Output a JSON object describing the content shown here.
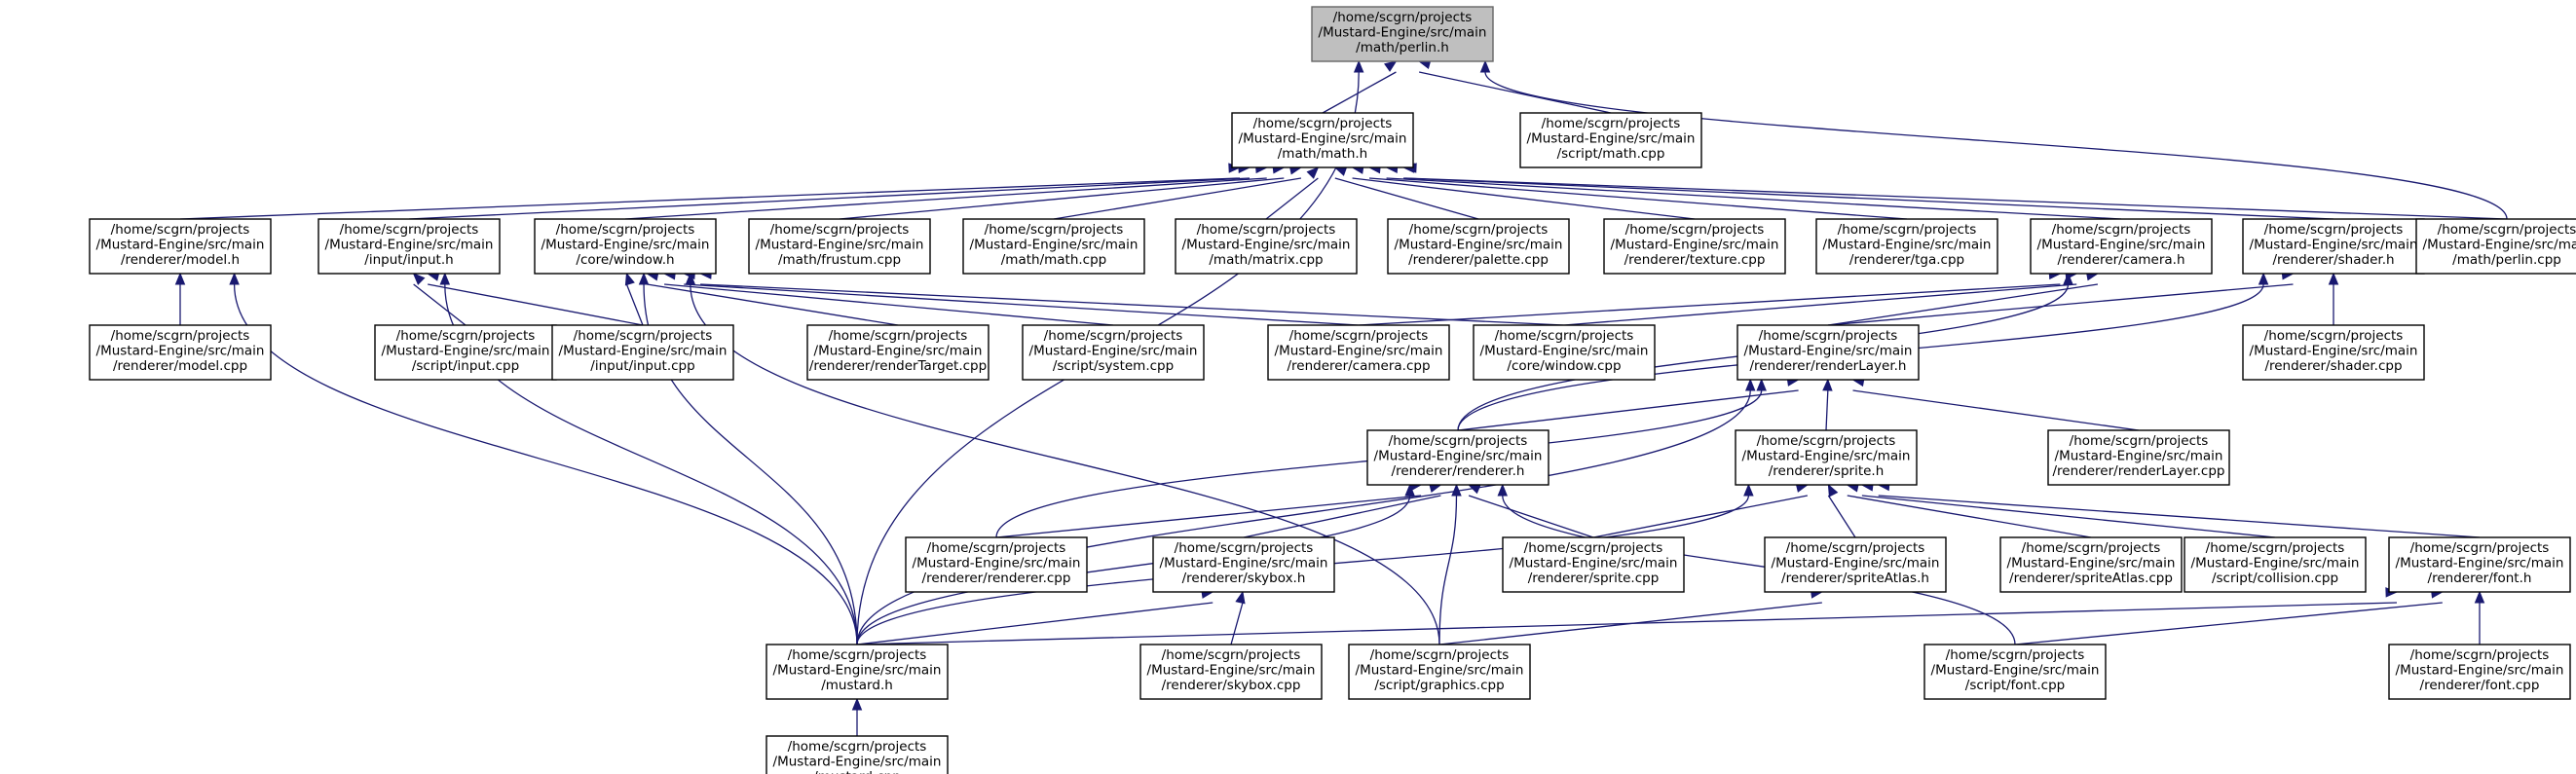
{
  "graph": {
    "title": "",
    "node_color": "#ffffff",
    "root_color": "#bfbfbf",
    "edge_color": "#191970",
    "nodes": [
      {
        "id": "perlin_h",
        "lines": [
          "/home/scgrn/projects",
          "/Mustard-Engine/src/main",
          "/math/perlin.h"
        ],
        "root": true
      },
      {
        "id": "math_h",
        "lines": [
          "/home/scgrn/projects",
          "/Mustard-Engine/src/main",
          "/math/math.h"
        ]
      },
      {
        "id": "script_math_cpp",
        "lines": [
          "/home/scgrn/projects",
          "/Mustard-Engine/src/main",
          "/script/math.cpp"
        ]
      },
      {
        "id": "model_h",
        "lines": [
          "/home/scgrn/projects",
          "/Mustard-Engine/src/main",
          "/renderer/model.h"
        ]
      },
      {
        "id": "input_h",
        "lines": [
          "/home/scgrn/projects",
          "/Mustard-Engine/src/main",
          "/input/input.h"
        ]
      },
      {
        "id": "window_h",
        "lines": [
          "/home/scgrn/projects",
          "/Mustard-Engine/src/main",
          "/core/window.h"
        ]
      },
      {
        "id": "frustum_cpp",
        "lines": [
          "/home/scgrn/projects",
          "/Mustard-Engine/src/main",
          "/math/frustum.cpp"
        ]
      },
      {
        "id": "math_cpp",
        "lines": [
          "/home/scgrn/projects",
          "/Mustard-Engine/src/main",
          "/math/math.cpp"
        ]
      },
      {
        "id": "matrix_cpp",
        "lines": [
          "/home/scgrn/projects",
          "/Mustard-Engine/src/main",
          "/math/matrix.cpp"
        ]
      },
      {
        "id": "palette_cpp",
        "lines": [
          "/home/scgrn/projects",
          "/Mustard-Engine/src/main",
          "/renderer/palette.cpp"
        ]
      },
      {
        "id": "texture_cpp",
        "lines": [
          "/home/scgrn/projects",
          "/Mustard-Engine/src/main",
          "/renderer/texture.cpp"
        ]
      },
      {
        "id": "tga_cpp",
        "lines": [
          "/home/scgrn/projects",
          "/Mustard-Engine/src/main",
          "/renderer/tga.cpp"
        ]
      },
      {
        "id": "camera_h",
        "lines": [
          "/home/scgrn/projects",
          "/Mustard-Engine/src/main",
          "/renderer/camera.h"
        ]
      },
      {
        "id": "shader_h",
        "lines": [
          "/home/scgrn/projects",
          "/Mustard-Engine/src/main",
          "/renderer/shader.h"
        ]
      },
      {
        "id": "perlin_cpp",
        "lines": [
          "/home/scgrn/projects",
          "/Mustard-Engine/src/main",
          "/math/perlin.cpp"
        ]
      },
      {
        "id": "model_cpp",
        "lines": [
          "/home/scgrn/projects",
          "/Mustard-Engine/src/main",
          "/renderer/model.cpp"
        ]
      },
      {
        "id": "script_input_cpp",
        "lines": [
          "/home/scgrn/projects",
          "/Mustard-Engine/src/main",
          "/script/input.cpp"
        ]
      },
      {
        "id": "input_cpp",
        "lines": [
          "/home/scgrn/projects",
          "/Mustard-Engine/src/main",
          "/input/input.cpp"
        ]
      },
      {
        "id": "renderTarget_cpp",
        "lines": [
          "/home/scgrn/projects",
          "/Mustard-Engine/src/main",
          "/renderer/renderTarget.cpp"
        ]
      },
      {
        "id": "system_cpp",
        "lines": [
          "/home/scgrn/projects",
          "/Mustard-Engine/src/main",
          "/script/system.cpp"
        ]
      },
      {
        "id": "camera_cpp",
        "lines": [
          "/home/scgrn/projects",
          "/Mustard-Engine/src/main",
          "/renderer/camera.cpp"
        ]
      },
      {
        "id": "window_cpp",
        "lines": [
          "/home/scgrn/projects",
          "/Mustard-Engine/src/main",
          "/core/window.cpp"
        ]
      },
      {
        "id": "renderLayer_h",
        "lines": [
          "/home/scgrn/projects",
          "/Mustard-Engine/src/main",
          "/renderer/renderLayer.h"
        ]
      },
      {
        "id": "shader_cpp",
        "lines": [
          "/home/scgrn/projects",
          "/Mustard-Engine/src/main",
          "/renderer/shader.cpp"
        ]
      },
      {
        "id": "renderer_h",
        "lines": [
          "/home/scgrn/projects",
          "/Mustard-Engine/src/main",
          "/renderer/renderer.h"
        ]
      },
      {
        "id": "sprite_h",
        "lines": [
          "/home/scgrn/projects",
          "/Mustard-Engine/src/main",
          "/renderer/sprite.h"
        ]
      },
      {
        "id": "renderLayer_cpp",
        "lines": [
          "/home/scgrn/projects",
          "/Mustard-Engine/src/main",
          "/renderer/renderLayer.cpp"
        ]
      },
      {
        "id": "renderer_cpp",
        "lines": [
          "/home/scgrn/projects",
          "/Mustard-Engine/src/main",
          "/renderer/renderer.cpp"
        ]
      },
      {
        "id": "skybox_h",
        "lines": [
          "/home/scgrn/projects",
          "/Mustard-Engine/src/main",
          "/renderer/skybox.h"
        ]
      },
      {
        "id": "sprite_cpp",
        "lines": [
          "/home/scgrn/projects",
          "/Mustard-Engine/src/main",
          "/renderer/sprite.cpp"
        ]
      },
      {
        "id": "spriteAtlas_h",
        "lines": [
          "/home/scgrn/projects",
          "/Mustard-Engine/src/main",
          "/renderer/spriteAtlas.h"
        ]
      },
      {
        "id": "spriteAtlas_cpp",
        "lines": [
          "/home/scgrn/projects",
          "/Mustard-Engine/src/main",
          "/renderer/spriteAtlas.cpp"
        ]
      },
      {
        "id": "collision_cpp",
        "lines": [
          "/home/scgrn/projects",
          "/Mustard-Engine/src/main",
          "/script/collision.cpp"
        ]
      },
      {
        "id": "font_h",
        "lines": [
          "/home/scgrn/projects",
          "/Mustard-Engine/src/main",
          "/renderer/font.h"
        ]
      },
      {
        "id": "mustard_h",
        "lines": [
          "/home/scgrn/projects",
          "/Mustard-Engine/src/main",
          "/mustard.h"
        ]
      },
      {
        "id": "skybox_cpp",
        "lines": [
          "/home/scgrn/projects",
          "/Mustard-Engine/src/main",
          "/renderer/skybox.cpp"
        ]
      },
      {
        "id": "graphics_cpp",
        "lines": [
          "/home/scgrn/projects",
          "/Mustard-Engine/src/main",
          "/script/graphics.cpp"
        ]
      },
      {
        "id": "script_font_cpp",
        "lines": [
          "/home/scgrn/projects",
          "/Mustard-Engine/src/main",
          "/script/font.cpp"
        ]
      },
      {
        "id": "font_cpp",
        "lines": [
          "/home/scgrn/projects",
          "/Mustard-Engine/src/main",
          "/renderer/font.cpp"
        ]
      },
      {
        "id": "mustard_cpp",
        "lines": [
          "/home/scgrn/projects",
          "/Mustard-Engine/src/main",
          "/mustard.cpp"
        ]
      }
    ],
    "edges": [
      {
        "from": "math_h",
        "to": "perlin_h"
      },
      {
        "from": "script_math_cpp",
        "to": "perlin_h"
      },
      {
        "from": "perlin_cpp",
        "to": "perlin_h"
      },
      {
        "from": "mustard_h",
        "to": "perlin_h"
      },
      {
        "from": "model_h",
        "to": "math_h"
      },
      {
        "from": "input_h",
        "to": "math_h"
      },
      {
        "from": "window_h",
        "to": "math_h"
      },
      {
        "from": "frustum_cpp",
        "to": "math_h"
      },
      {
        "from": "math_cpp",
        "to": "math_h"
      },
      {
        "from": "matrix_cpp",
        "to": "math_h"
      },
      {
        "from": "palette_cpp",
        "to": "math_h"
      },
      {
        "from": "texture_cpp",
        "to": "math_h"
      },
      {
        "from": "tga_cpp",
        "to": "math_h"
      },
      {
        "from": "camera_h",
        "to": "math_h"
      },
      {
        "from": "shader_h",
        "to": "math_h"
      },
      {
        "from": "perlin_cpp",
        "to": "math_h"
      },
      {
        "from": "model_cpp",
        "to": "model_h"
      },
      {
        "from": "mustard_h",
        "to": "model_h"
      },
      {
        "from": "script_input_cpp",
        "to": "input_h"
      },
      {
        "from": "input_cpp",
        "to": "input_h"
      },
      {
        "from": "mustard_h",
        "to": "input_h"
      },
      {
        "from": "input_cpp",
        "to": "window_h"
      },
      {
        "from": "renderTarget_cpp",
        "to": "window_h"
      },
      {
        "from": "system_cpp",
        "to": "window_h"
      },
      {
        "from": "camera_cpp",
        "to": "window_h"
      },
      {
        "from": "window_cpp",
        "to": "window_h"
      },
      {
        "from": "graphics_cpp",
        "to": "window_h"
      },
      {
        "from": "mustard_h",
        "to": "window_h"
      },
      {
        "from": "camera_cpp",
        "to": "camera_h"
      },
      {
        "from": "window_cpp",
        "to": "camera_h"
      },
      {
        "from": "renderLayer_h",
        "to": "camera_h"
      },
      {
        "from": "renderer_h",
        "to": "camera_h"
      },
      {
        "from": "shader_cpp",
        "to": "shader_h"
      },
      {
        "from": "renderLayer_h",
        "to": "shader_h"
      },
      {
        "from": "renderer_h",
        "to": "shader_h"
      },
      {
        "from": "renderer_h",
        "to": "renderLayer_h"
      },
      {
        "from": "sprite_h",
        "to": "renderLayer_h"
      },
      {
        "from": "renderLayer_cpp",
        "to": "renderLayer_h"
      },
      {
        "from": "renderer_cpp",
        "to": "renderLayer_h"
      },
      {
        "from": "mustard_h",
        "to": "renderLayer_h"
      },
      {
        "from": "renderer_cpp",
        "to": "renderer_h"
      },
      {
        "from": "skybox_h",
        "to": "renderer_h"
      },
      {
        "from": "sprite_cpp",
        "to": "renderer_h"
      },
      {
        "from": "graphics_cpp",
        "to": "renderer_h"
      },
      {
        "from": "script_font_cpp",
        "to": "renderer_h"
      },
      {
        "from": "mustard_h",
        "to": "renderer_h"
      },
      {
        "from": "sprite_cpp",
        "to": "sprite_h"
      },
      {
        "from": "spriteAtlas_h",
        "to": "sprite_h"
      },
      {
        "from": "spriteAtlas_cpp",
        "to": "sprite_h"
      },
      {
        "from": "collision_cpp",
        "to": "sprite_h"
      },
      {
        "from": "font_h",
        "to": "sprite_h"
      },
      {
        "from": "mustard_h",
        "to": "sprite_h"
      },
      {
        "from": "skybox_cpp",
        "to": "skybox_h"
      },
      {
        "from": "mustard_h",
        "to": "skybox_h"
      },
      {
        "from": "graphics_cpp",
        "to": "spriteAtlas_h"
      },
      {
        "from": "font_cpp",
        "to": "font_h"
      },
      {
        "from": "script_font_cpp",
        "to": "font_h"
      },
      {
        "from": "mustard_h",
        "to": "font_h"
      },
      {
        "from": "mustard_cpp",
        "to": "mustard_h"
      }
    ]
  }
}
